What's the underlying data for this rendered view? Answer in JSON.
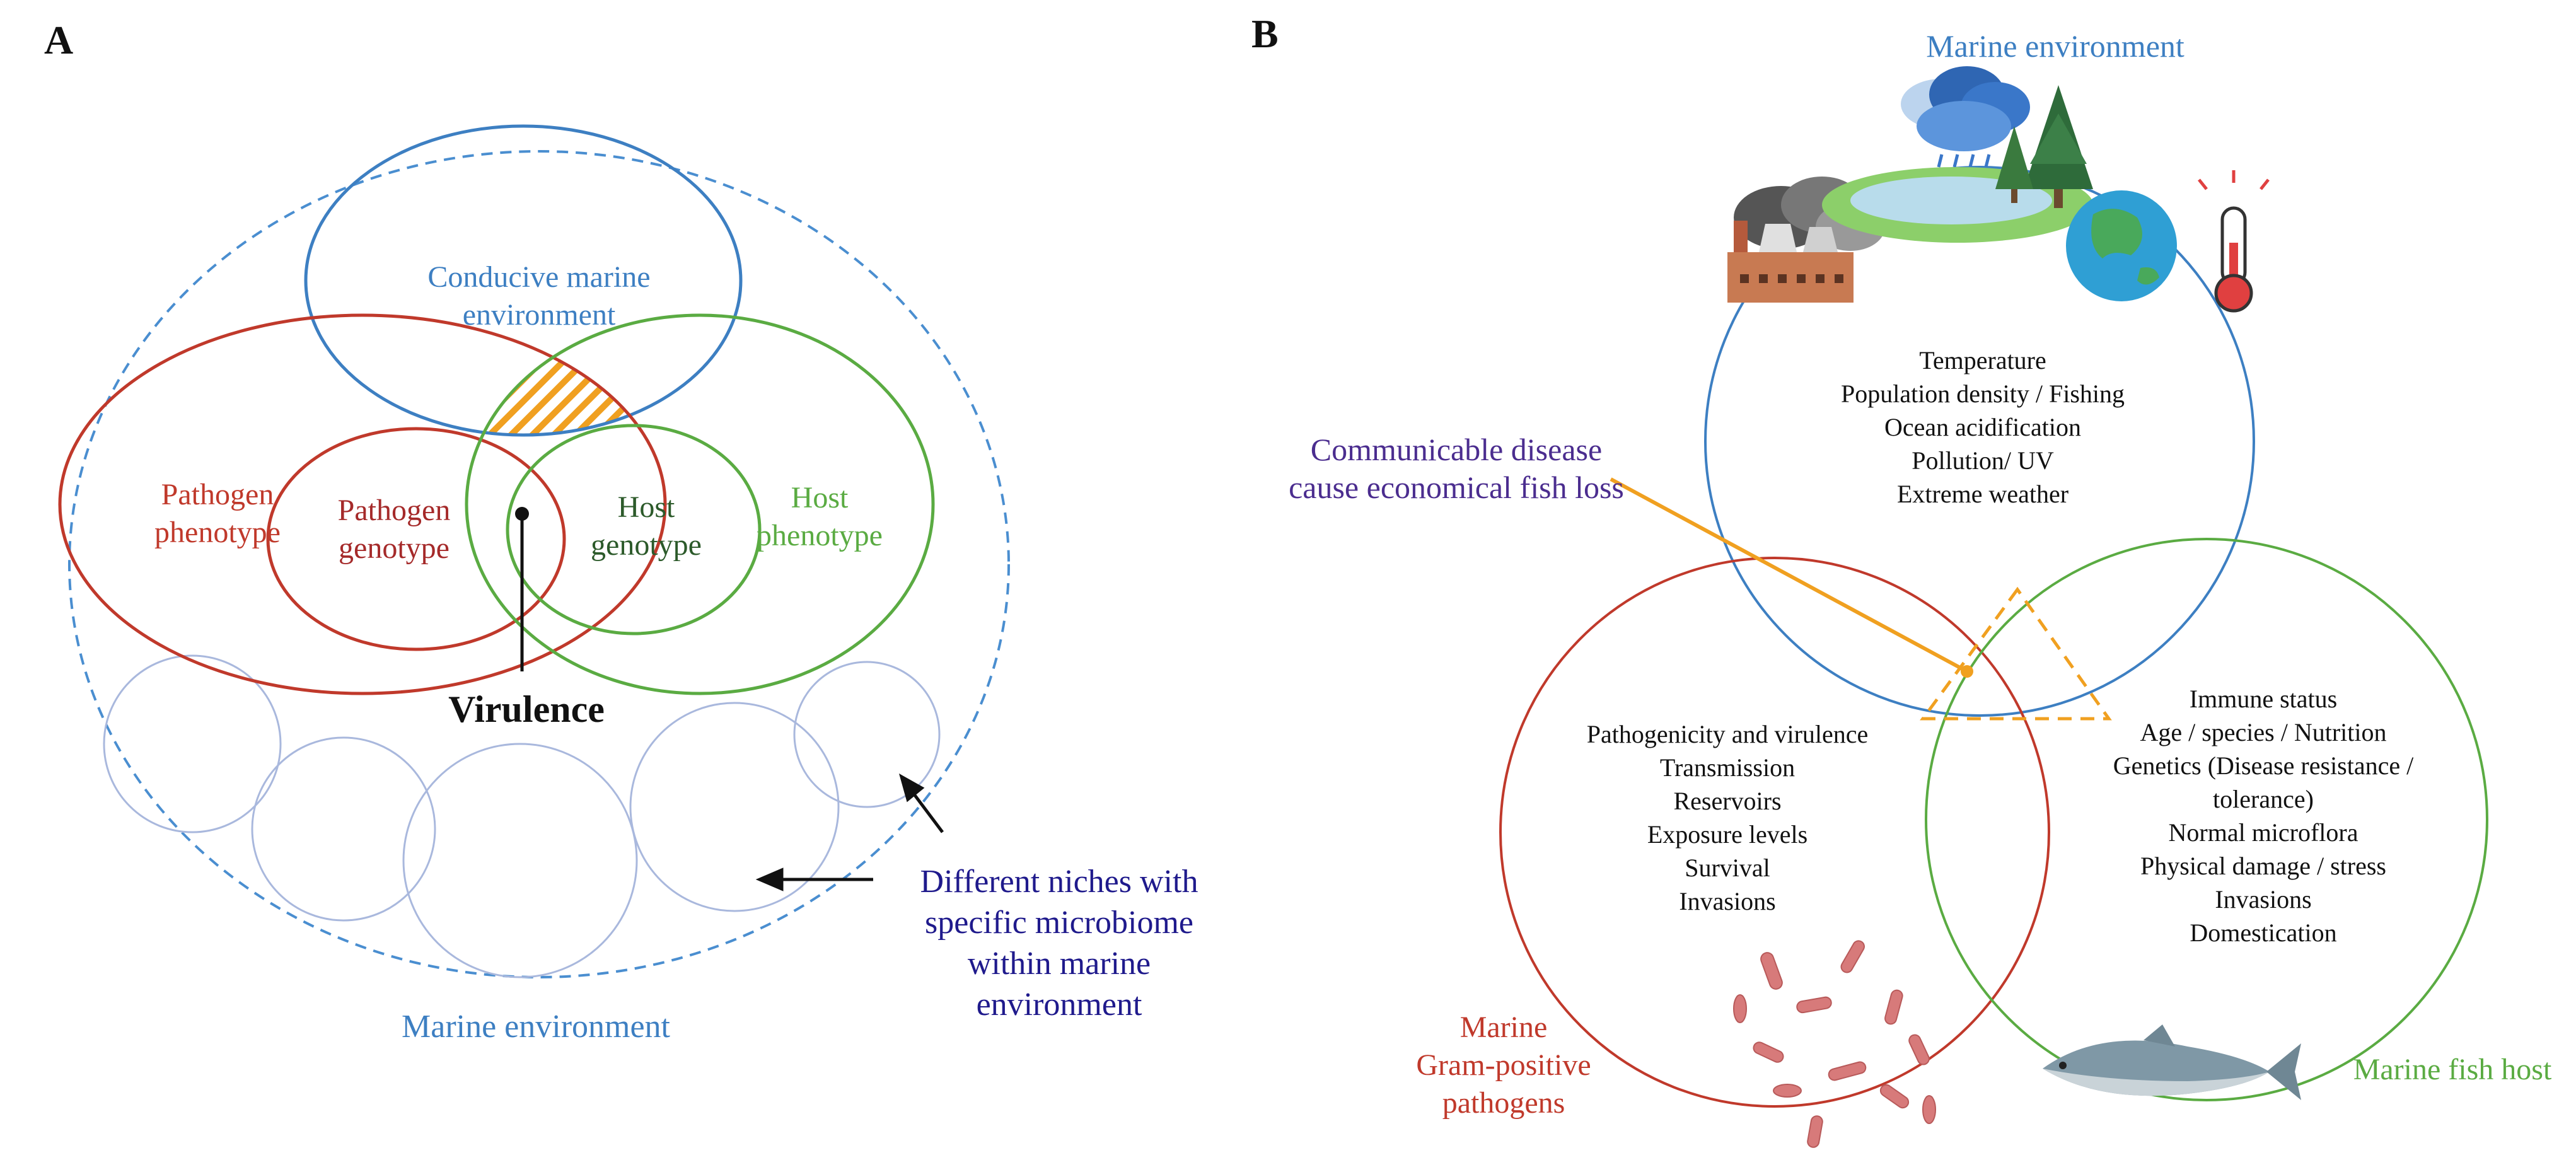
{
  "panel_a": {
    "letter": "A",
    "conducive_line1": "Conducive marine",
    "conducive_line2": "environment",
    "pathogen_phenotype_line1": "Pathogen",
    "pathogen_phenotype_line2": "phenotype",
    "pathogen_genotype_line1": "Pathogen",
    "pathogen_genotype_line2": "genotype",
    "host_genotype_line1": "Host",
    "host_genotype_line2": "genotype",
    "host_phenotype_line1": "Host",
    "host_phenotype_line2": "phenotype",
    "virulence": "Virulence",
    "niches_line1": "Different niches with",
    "niches_line2": "specific microbiome",
    "niches_line3": "within marine",
    "niches_line4": "environment",
    "marine_environment": "Marine environment"
  },
  "panel_b": {
    "letter": "B",
    "marine_environment_title": "Marine environment",
    "environment_factors": [
      "Temperature",
      "Population density / Fishing",
      "Ocean acidification",
      "Pollution/ UV",
      "Extreme weather"
    ],
    "communicable_line1": "Communicable disease",
    "communicable_line2": "cause economical fish loss",
    "pathogen_factors": [
      "Pathogenicity and virulence",
      "Transmission",
      "Reservoirs",
      "Exposure levels",
      "Survival",
      "Invasions"
    ],
    "host_factors": [
      "Immune status",
      "Age / species / Nutrition",
      "Genetics (Disease resistance /",
      "tolerance)",
      "Normal microflora",
      "Physical damage / stress",
      "Invasions",
      "Domestication"
    ],
    "pathogens_line1": "Marine",
    "pathogens_line2": "Gram-positive",
    "pathogens_line3": "pathogens",
    "fish_host": "Marine fish host"
  },
  "colors": {
    "blue": "#3d7fc2",
    "red": "#c0392b",
    "green": "#5aab42",
    "dark_green": "#2c5a2a",
    "navy": "#1f1a8c",
    "orange": "#f0a020",
    "light_blue": "#a9b8dd"
  },
  "icons": [
    "factory-icon",
    "rain-cloud-icon",
    "lake-icon",
    "tree-icon",
    "earth-globe-icon",
    "thermometer-icon",
    "bacteria-icon",
    "fish-icon"
  ]
}
